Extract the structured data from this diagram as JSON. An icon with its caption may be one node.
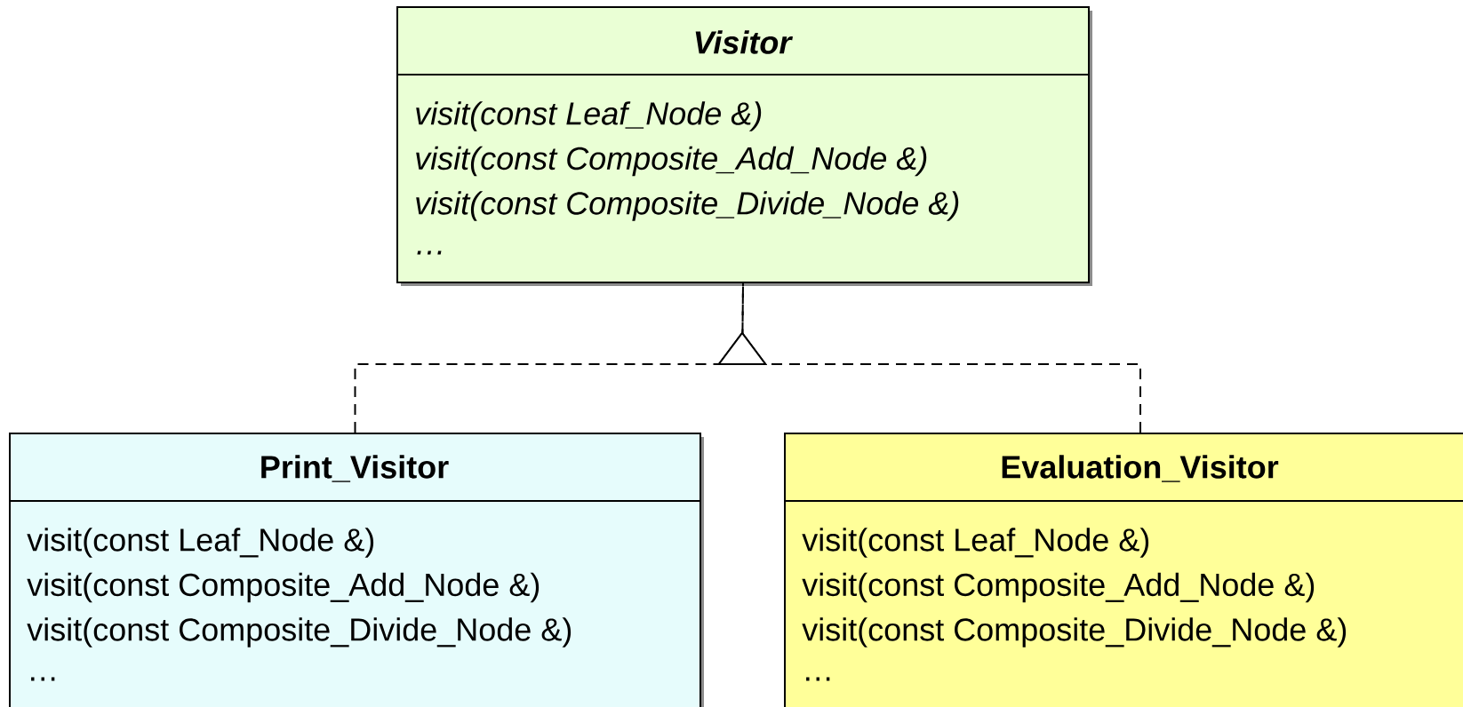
{
  "diagram": {
    "nodes": [
      {
        "text": [
          "Visitor",
          "visit(const Leaf_Node &)",
          "visit(const Composite_Add_Node &)",
          "visit(const Composite_Divide_Node &)",
          "…"
        ]
      },
      {
        "text": [
          "Print_Visitor",
          "visit(const Leaf_Node &)",
          "visit(const Composite_Add_Node &)",
          "visit(const Composite_Divide_Node &)",
          "…"
        ]
      },
      {
        "text": [
          "Evaluation_Visitor",
          "visit(const Leaf_Node &)",
          "visit(const Composite_Add_Node &)",
          "visit(const Composite_Divide_Node &)",
          "…"
        ]
      }
    ],
    "edges": [
      {
        "from": 1,
        "to": 0,
        "arrow": "to",
        "style": "dashed"
      },
      {
        "from": 2,
        "to": 0,
        "arrow": "to",
        "style": "dashed"
      }
    ]
  }
}
